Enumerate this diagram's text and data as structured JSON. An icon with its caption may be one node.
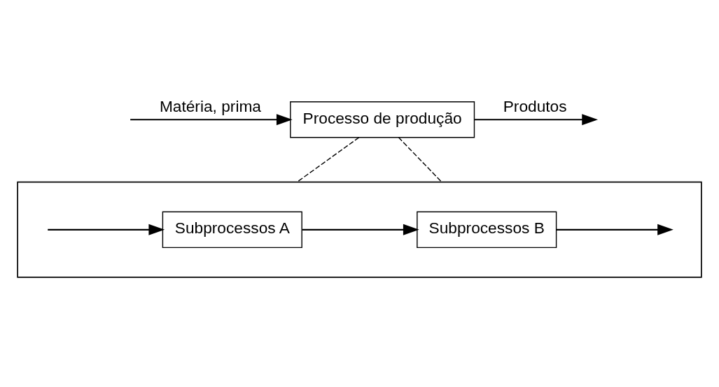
{
  "diagram": {
    "nodes": [
      {
        "text": [
          "Processo de produção"
        ]
      },
      {
        "text": [],
        "shape": "box"
      },
      {
        "text": [
          "Subprocessos A"
        ],
        "in": 1
      },
      {
        "text": [
          "Subprocessos B"
        ],
        "in": 1
      }
    ],
    "edges": [
      {
        "from": null,
        "to": 0,
        "arrow": "to",
        "label": "Matéria, prima"
      },
      {
        "from": 0,
        "to": null,
        "arrow": "to",
        "label": "Produtos"
      },
      {
        "from": 0,
        "to": 1,
        "arrow": "none",
        "style": "dashed"
      },
      {
        "from": 0,
        "to": 1,
        "arrow": "none",
        "style": "dashed"
      },
      {
        "from": null,
        "to": 2,
        "arrow": "to"
      },
      {
        "from": 2,
        "to": 3,
        "arrow": "to"
      },
      {
        "from": 3,
        "to": null,
        "arrow": "to"
      }
    ]
  }
}
